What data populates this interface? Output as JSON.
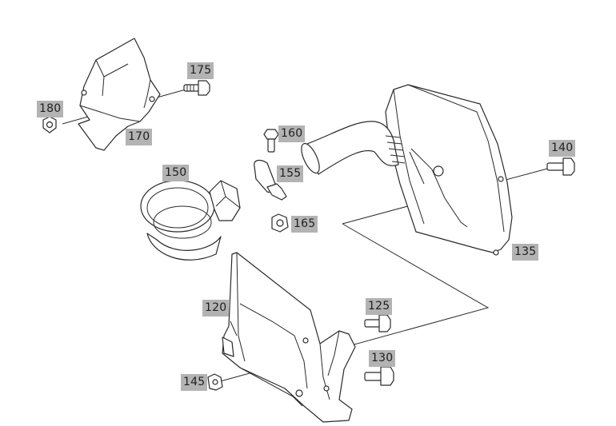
{
  "callouts": {
    "p120": "120",
    "p125": "125",
    "p130": "130",
    "p135": "135",
    "p140": "140",
    "p145": "145",
    "p150": "150",
    "p155": "155",
    "p160": "160",
    "p165": "165",
    "p170": "170",
    "p175": "175",
    "p180": "180"
  },
  "colors": {
    "callout_background": "#b3b3b3",
    "line": "#2a2a2a",
    "background": "#ffffff"
  }
}
